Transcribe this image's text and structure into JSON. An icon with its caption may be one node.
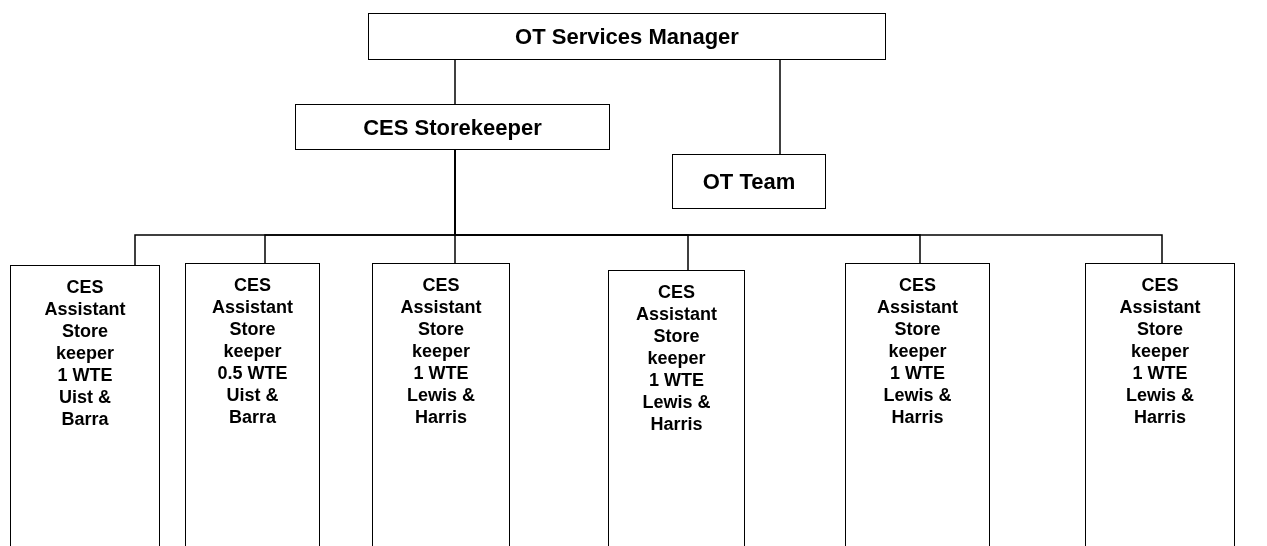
{
  "diagram": {
    "nodes": [
      {
        "text": [
          "OT Services Manager"
        ]
      },
      {
        "text": [
          "CES Storekeeper"
        ]
      },
      {
        "text": [
          "OT Team"
        ]
      },
      {
        "text": [
          "CES Assistant Store keeper",
          "1 WTE",
          "Uist & Barra"
        ]
      },
      {
        "text": [
          "CES Assistant Store keeper",
          "0.5 WTE",
          "Uist & Barra"
        ]
      },
      {
        "text": [
          "CES Assistant Store keeper",
          "1 WTE",
          "Lewis & Harris"
        ]
      },
      {
        "text": [
          "CES Assistant Store keeper",
          "1 WTE",
          "Lewis & Harris"
        ]
      },
      {
        "text": [
          "CES Assistant Store keeper",
          "1 WTE",
          "Lewis & Harris"
        ]
      },
      {
        "text": [
          "CES Assistant Store keeper",
          "1 WTE",
          "Lewis & Harris"
        ]
      }
    ],
    "edges": [
      {
        "from": 0,
        "to": 1,
        "arrow": "none"
      },
      {
        "from": 0,
        "to": 2,
        "arrow": "none"
      },
      {
        "from": 1,
        "to": 3,
        "arrow": "none"
      },
      {
        "from": 1,
        "to": 4,
        "arrow": "none"
      },
      {
        "from": 1,
        "to": 5,
        "arrow": "none"
      },
      {
        "from": 1,
        "to": 6,
        "arrow": "none"
      },
      {
        "from": 1,
        "to": 7,
        "arrow": "none"
      },
      {
        "from": 1,
        "to": 8,
        "arrow": "none"
      }
    ]
  }
}
